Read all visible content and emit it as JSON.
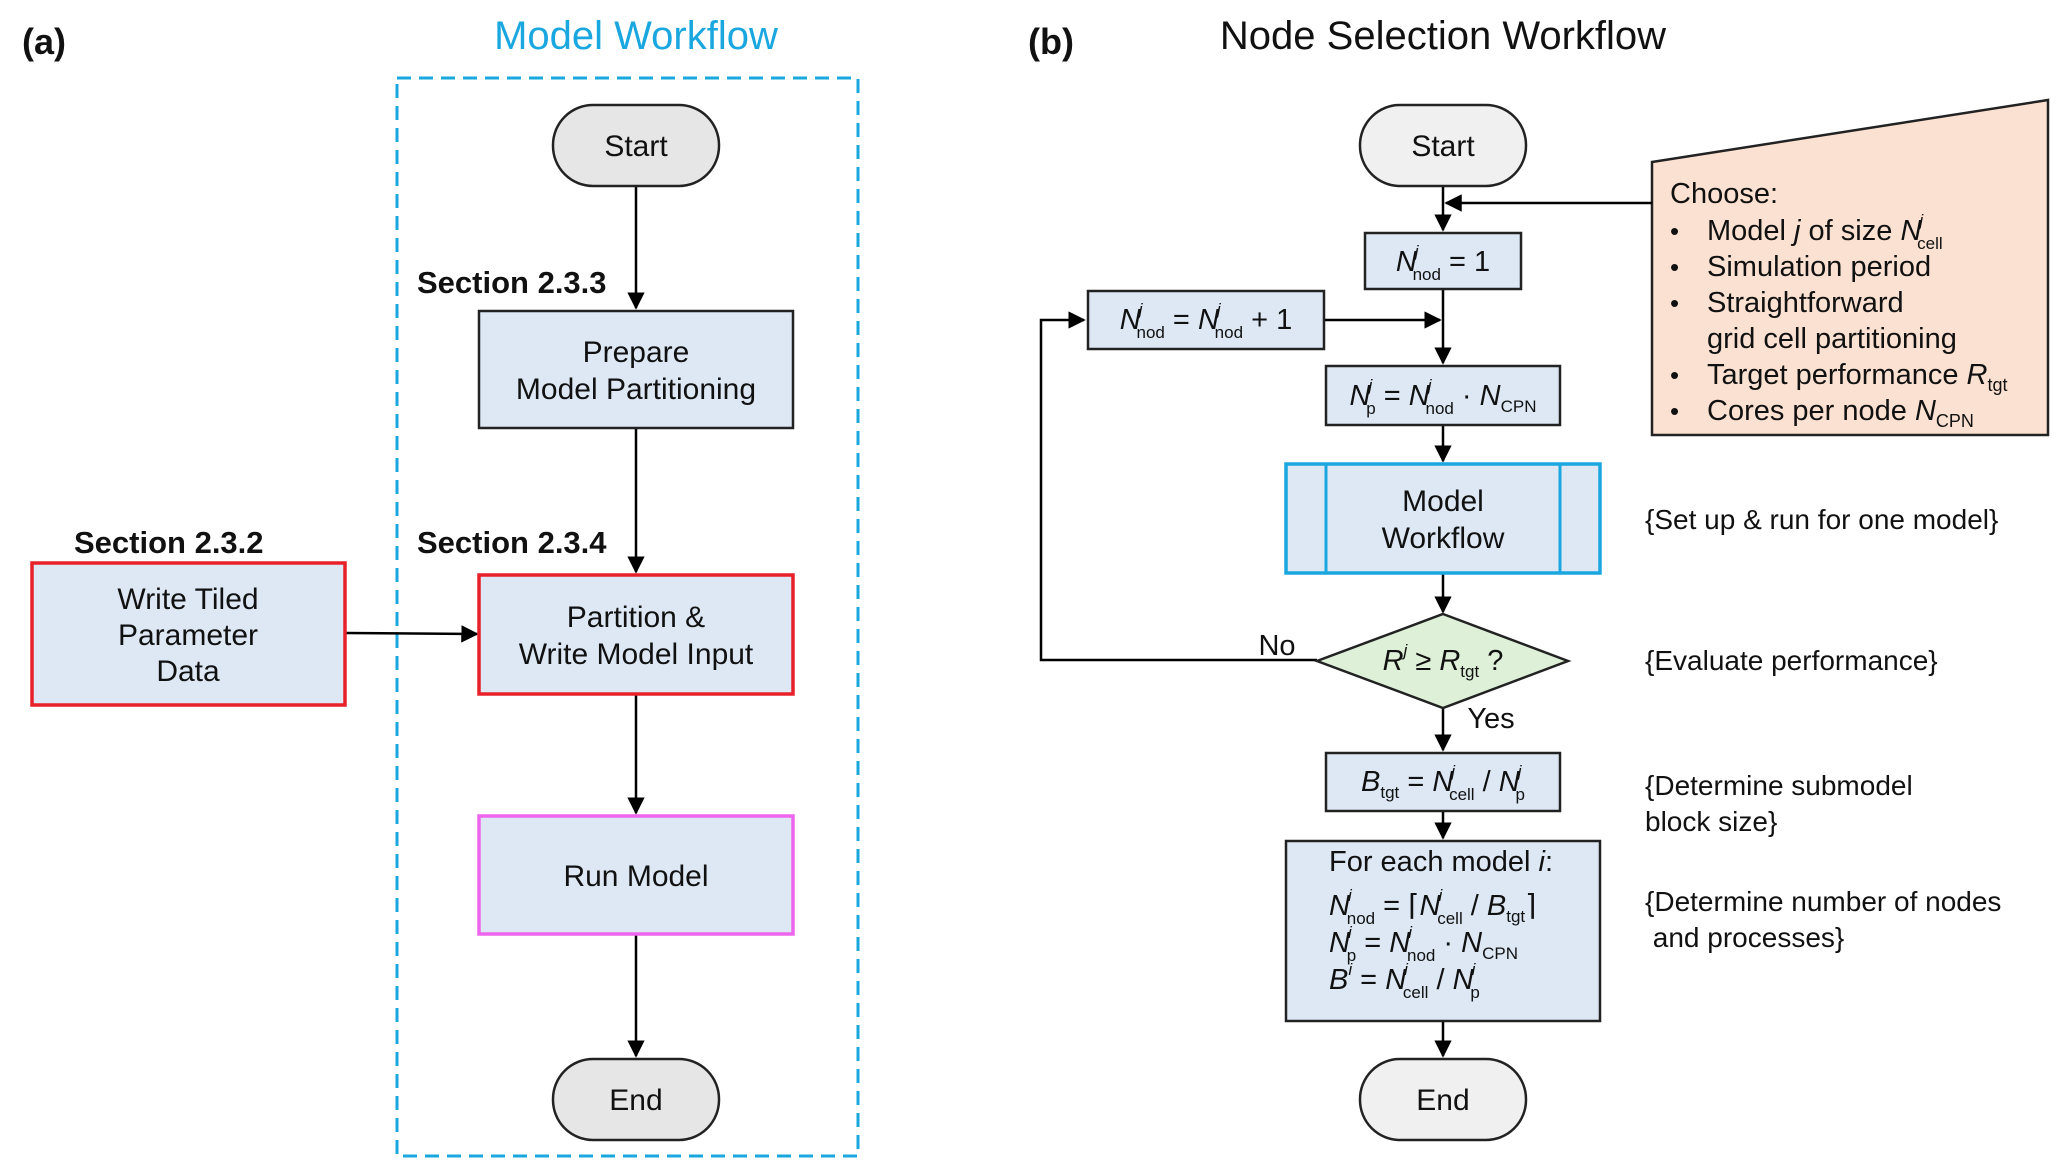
{
  "panel_a": {
    "label": "(a)",
    "title": "Model Workflow",
    "start": "Start",
    "end": "End",
    "section_233": "Section 2.3.3",
    "prepare_line1": "Prepare",
    "prepare_line2": "Model Partitioning",
    "section_234": "Section 2.3.4",
    "partition_line1": "Partition &",
    "partition_line2": "Write Model Input",
    "section_232": "Section 2.3.2",
    "tiled_line1": "Write Tiled",
    "tiled_line2": "Parameter",
    "tiled_line3": "Data",
    "run_model": "Run Model"
  },
  "panel_b": {
    "label": "(b)",
    "title": "Node Selection Workflow",
    "start": "Start",
    "end": "End",
    "choose": {
      "heading": "Choose:",
      "item1_pre": "Model ",
      "item1_var": "j",
      "item1_mid": " of size ",
      "item2": "Simulation period",
      "item3_line1": "Straightforward",
      "item3_line2": "grid cell partitioning",
      "item4": "Target performance ",
      "item5": "Cores per node ",
      "bullet": "•"
    },
    "workflow_line1": "Model",
    "workflow_line2": "Workflow",
    "decision_question": "?",
    "no_label": "No",
    "yes_label": "Yes",
    "for_each_pre": "For each model ",
    "for_each_var": "i",
    "for_each_post": ":",
    "comment_run": "{Set up & run for one model}",
    "comment_eval": "{Evaluate performance}",
    "comment_block_line1": "{Determine submodel",
    "comment_block_line2": "block size}",
    "comment_nodes_line1": "{Determine number of nodes",
    "comment_nodes_line2": " and processes}"
  },
  "colors": {
    "process_fill": "#dde8f4",
    "terminal_fill": "#e6e6e6",
    "decision_fill": "#dff0d8",
    "accent_blue": "#1aa7e0",
    "highlight_red": "#e8202a",
    "highlight_magenta": "#ee66ee",
    "choose_fill": "#fbe1d2"
  }
}
